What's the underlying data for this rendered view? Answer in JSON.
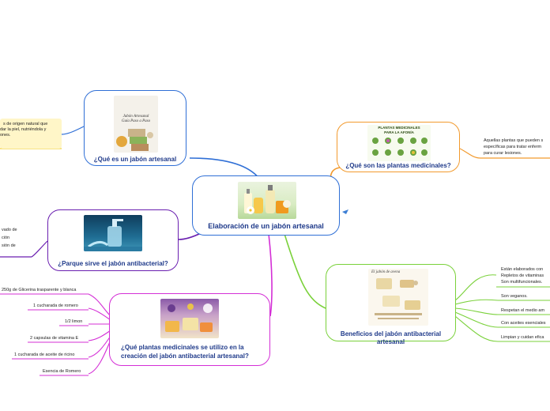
{
  "central": {
    "title": "Elaboración de un jabón artesanal"
  },
  "branches": {
    "que_es": {
      "title": "¿Qué es un jabón artesanal",
      "image_text": [
        "Jabón Artesanal",
        "Guía Paso a Paso"
      ],
      "note_lines": [
        "s de origen natural que",
        "dar la piel, nutriéndola y",
        "ones."
      ]
    },
    "plantas": {
      "title": "¿Qué son las plantas medicinales?",
      "image_text": [
        "PLANTAS MEDICINALES",
        "PARA LA AFONÍA"
      ],
      "note_lines": [
        "Aquellas plantas que pueden s",
        "específicas para tratar enferm",
        "para curar lesiones."
      ]
    },
    "antibacterial": {
      "title": "¿Parque sirve el jabón antibacterial?",
      "note_lines": [
        "vado de",
        "ción",
        "sión de"
      ]
    },
    "beneficios": {
      "title": "Beneficios del jabón antibacterial artesanal",
      "image_text": [
        "El jabón de avena"
      ],
      "items": [
        [
          "Están elaborados con",
          "Repletos de vitaminas",
          "Son multifuncionales."
        ],
        [
          "Son veganos."
        ],
        [
          "Respetan el medio am"
        ],
        [
          "Con aceites esenciales"
        ],
        [
          "Limpian y cuidan efica"
        ]
      ]
    },
    "plantas_uso": {
      "title_lines": [
        "¿Qué plantas medicinales se utilizo en la",
        "creación del jabón antibacterial artesanal?"
      ],
      "items": [
        "250g de Glicerina trasparente y blanca",
        "1 cucharada de romero",
        "1/2 limon",
        "2 capsulas de vitamina E",
        "1 cucharada de aceite de ricino",
        "Esencia de Romero"
      ]
    }
  },
  "colors": {
    "blue": "#2f6fd6",
    "orange": "#f29a2e",
    "purple": "#6a1fb0",
    "green": "#7ad13a",
    "magenta": "#d42fd6",
    "yellow": "#f3d23a",
    "title": "#1f3a8a"
  }
}
